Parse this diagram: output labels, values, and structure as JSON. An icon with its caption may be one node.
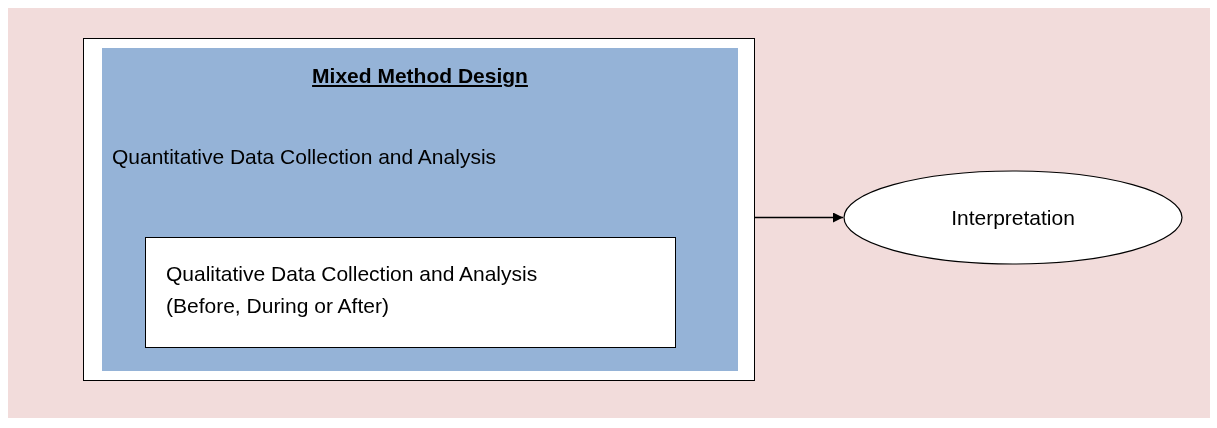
{
  "diagram": {
    "nodes": [
      {
        "text": [
          "Mixed Method Design",
          "Quantitative Data Collection and Analysis"
        ]
      },
      {
        "text": [
          "Qualitative Data Collection and Analysis (Before, During or After)"
        ],
        "in": 0
      },
      {
        "text": [
          "Interpretation"
        ]
      }
    ],
    "edges": [
      {
        "from": 0,
        "to": 2,
        "arrow": "to"
      }
    ]
  }
}
